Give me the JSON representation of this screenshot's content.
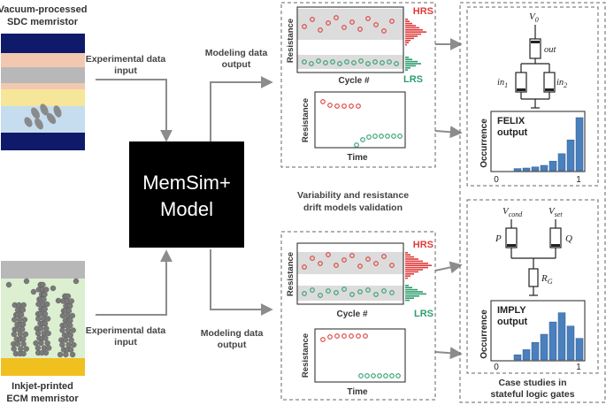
{
  "devices": {
    "sdc_title_1": "Vacuum-processed",
    "sdc_title_2": "SDC memristor",
    "ecm_title_1": "Inkjet-printed",
    "ecm_title_2": "ECM memristor"
  },
  "labels": {
    "exp_input_top_1": "Experimental data",
    "exp_input_top_2": "input",
    "exp_input_bot_1": "Experimental data",
    "exp_input_bot_2": "input",
    "model_out_top_1": "Modeling data",
    "model_out_top_2": "output",
    "model_out_bot_1": "Modeling data",
    "model_out_bot_2": "output",
    "validation_1": "Variability and resistance",
    "validation_2": "drift models validation"
  },
  "model": {
    "line1": "MemSim+",
    "line2": "Model"
  },
  "plots": {
    "hrs": "HRS",
    "lrs": "LRS",
    "resistance": "Resistance",
    "cycle": "Cycle #",
    "time": "Time"
  },
  "felix": {
    "v0": "V",
    "v0_sub": "0",
    "out": "out",
    "in1": "in",
    "in1_sub": "1",
    "in2": "in",
    "in2_sub": "2",
    "title_1": "FELIX",
    "title_2": "output",
    "ylabel": "Occurrence",
    "x0": "0",
    "x1": "1",
    "bars": [
      0.04,
      0.05,
      0.07,
      0.1,
      0.18,
      0.32,
      0.58,
      1.0
    ]
  },
  "imply": {
    "vcond": "V",
    "vcond_sub": "cond",
    "vset": "V",
    "vset_sub": "set",
    "p": "P",
    "q": "Q",
    "rg": "R",
    "rg_sub": "G",
    "title_1": "IMPLY",
    "title_2": "output",
    "ylabel": "Occurrence",
    "x0": "0",
    "x1": "1",
    "bars": [
      0.1,
      0.2,
      0.34,
      0.5,
      0.74,
      0.92,
      0.66,
      0.42
    ]
  },
  "case_studies": {
    "line1": "Case studies in",
    "line2": "stateful logic gates"
  },
  "colors": {
    "hrs": "#e03b3b",
    "lrs": "#2e9e6e",
    "bar": "#4a80bd",
    "navy": "#0f1a6b",
    "arrow": "#8c8c8c"
  }
}
